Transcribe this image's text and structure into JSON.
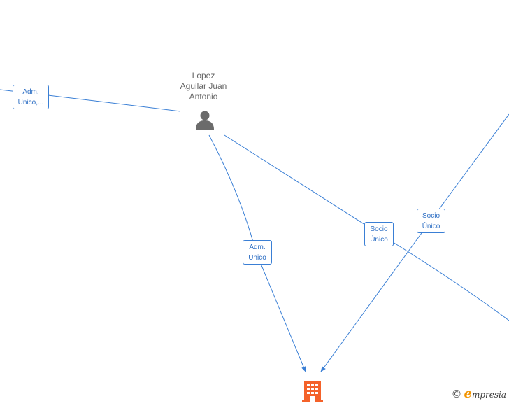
{
  "nodes": {
    "person": {
      "name_lines": [
        "Lopez",
        "Aguilar Juan",
        "Antonio"
      ],
      "icon": "person-icon",
      "icon_color": "#6b6b6b"
    },
    "company": {
      "icon": "building-icon",
      "icon_color": "#f4622a"
    }
  },
  "edge_labels": [
    {
      "id": "adm-unico-left",
      "lines": [
        "Adm.",
        "Unico,..."
      ]
    },
    {
      "id": "adm-unico",
      "lines": [
        "Adm.",
        "Unico"
      ]
    },
    {
      "id": "socio-unico-1",
      "lines": [
        "Socio",
        "Único"
      ]
    },
    {
      "id": "socio-unico-2",
      "lines": [
        "Socio",
        "Único"
      ]
    }
  ],
  "colors": {
    "edge": "#3a7fd5",
    "label_text": "#2e6fc4",
    "node_text": "#666666"
  },
  "watermark": {
    "copyright_symbol": "©",
    "brand_initial": "e",
    "brand_rest": "mpresia"
  }
}
